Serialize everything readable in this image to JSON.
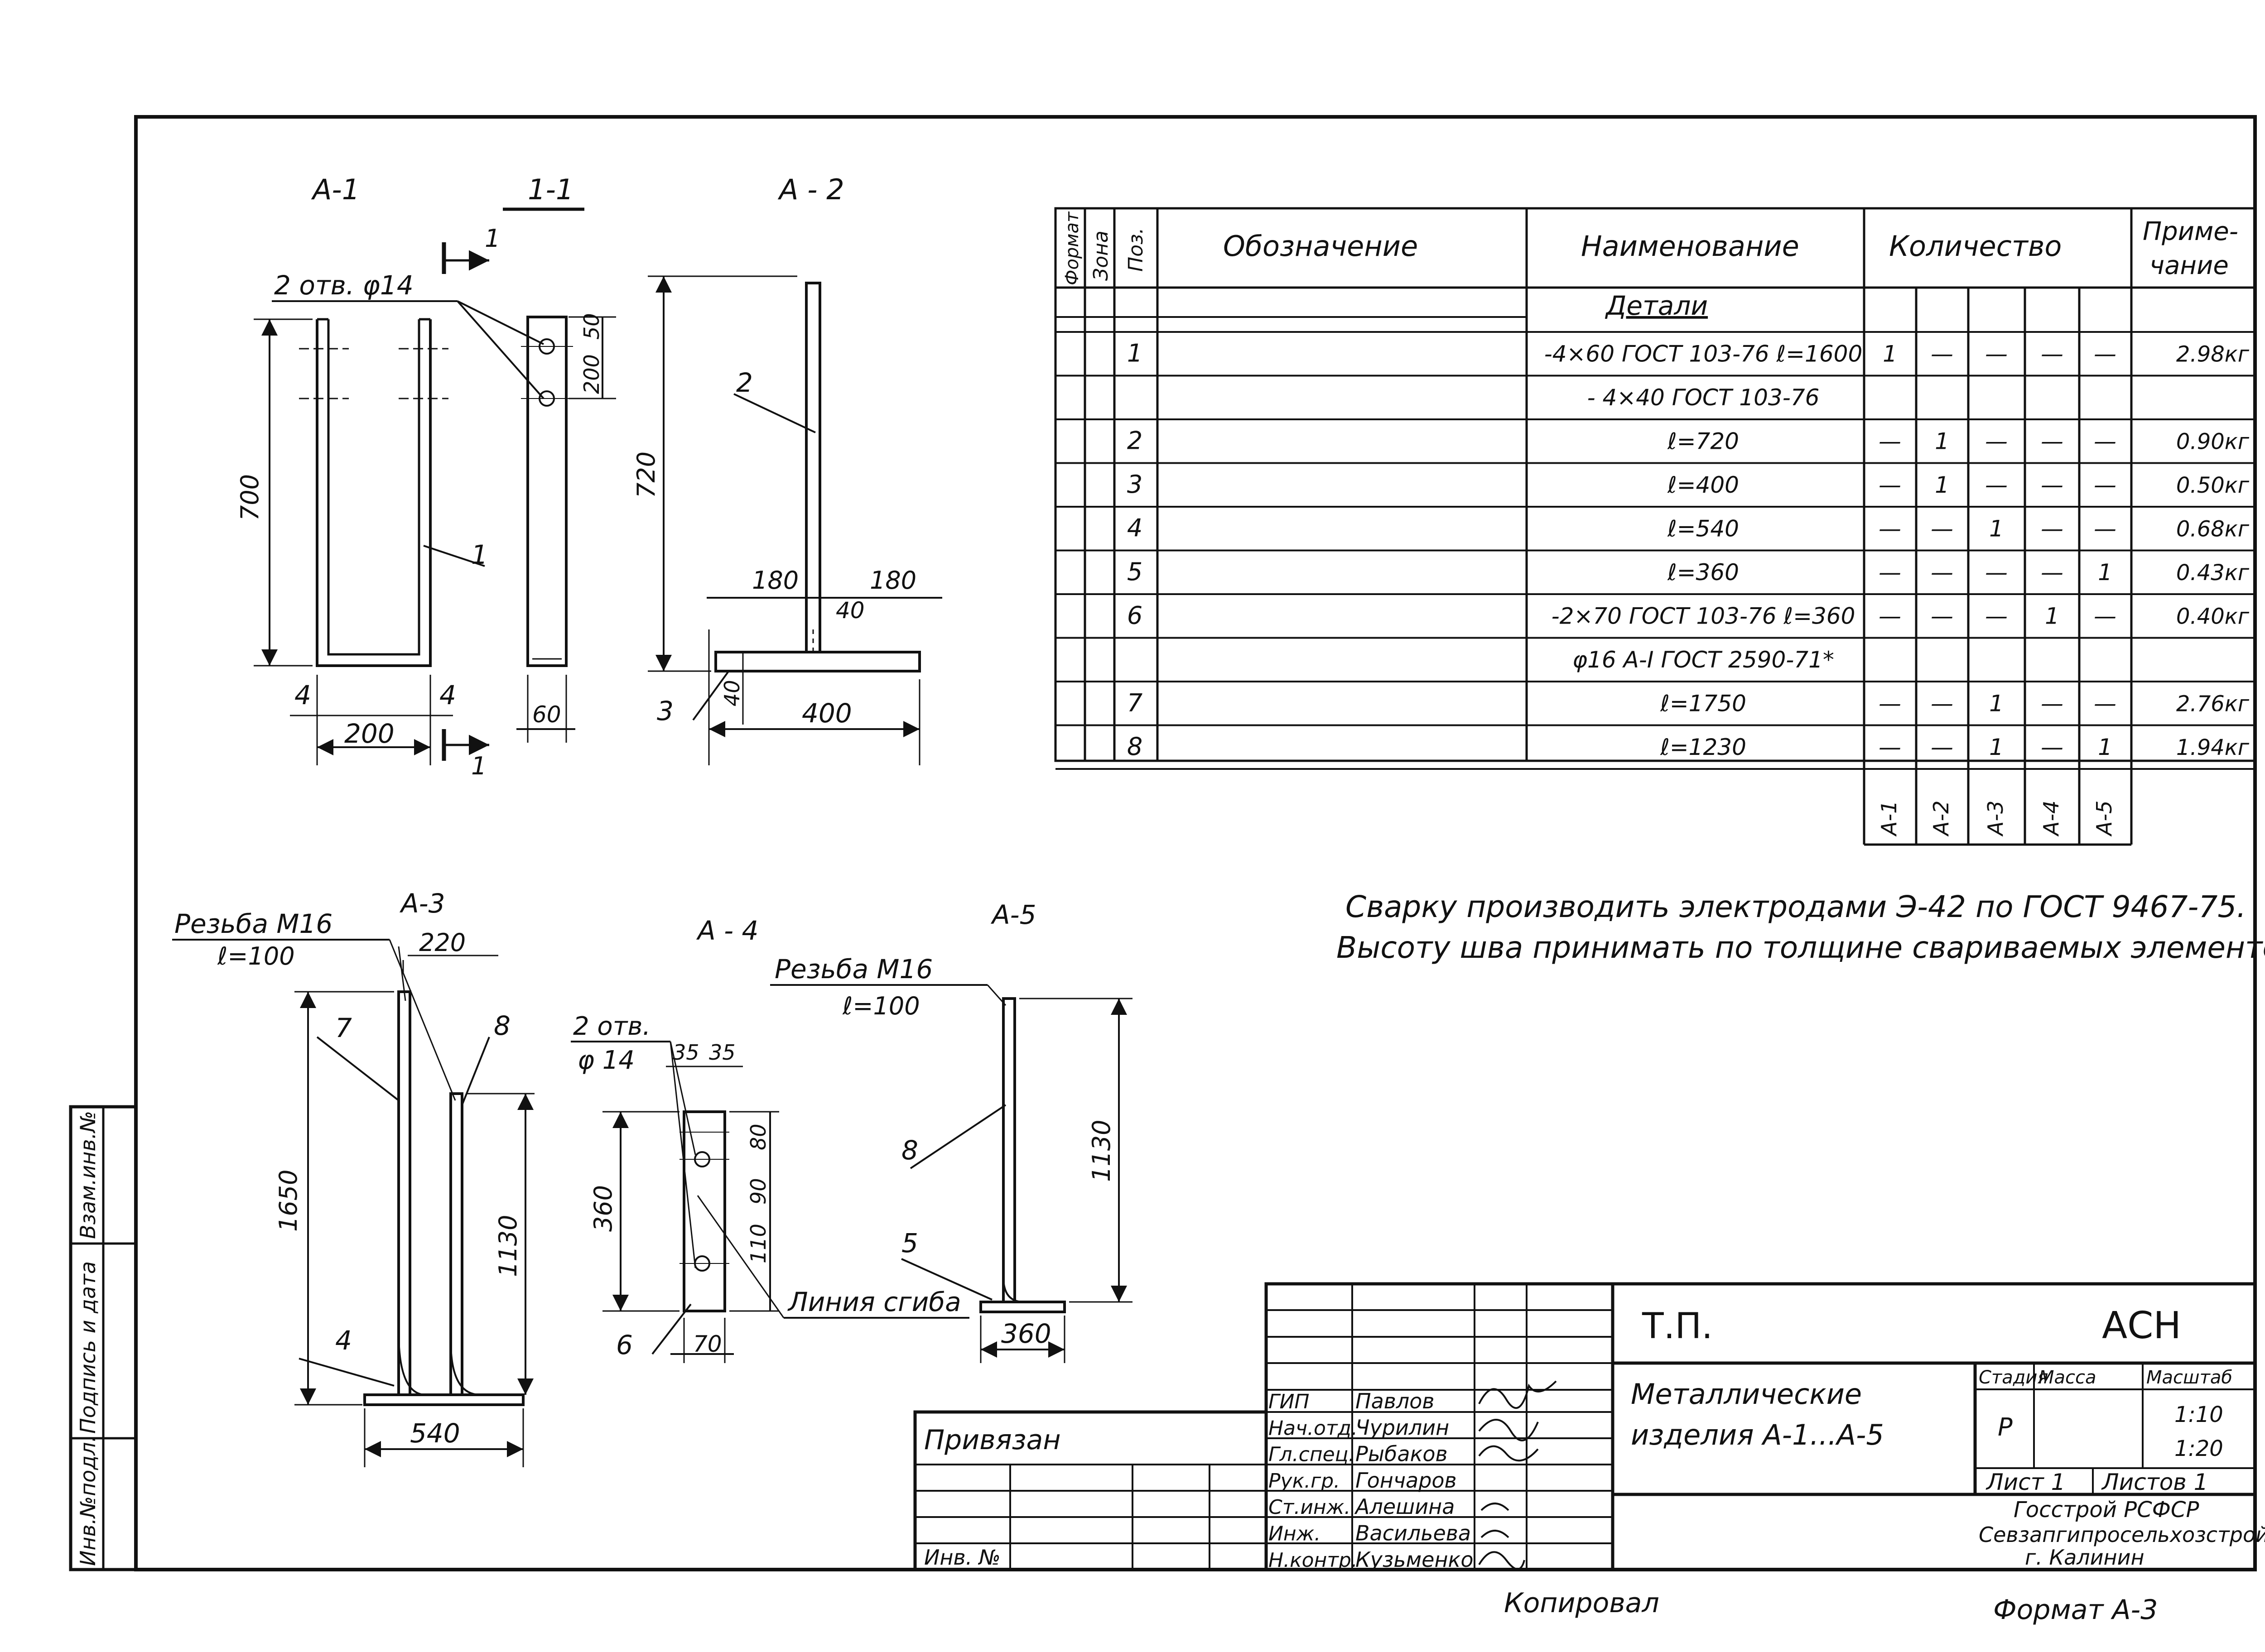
{
  "drawings": {
    "a1": {
      "title": "А-1",
      "holes_callout": "2 отв. φ14",
      "height_dim": "700",
      "width_dim": "200",
      "edge_left": "4",
      "edge_right": "4",
      "pos_label": "1"
    },
    "s11": {
      "title": "1-1",
      "cut_mark": "1",
      "dim_top": "50",
      "dim_mid": "200",
      "dim_width": "60"
    },
    "a2": {
      "title": "А - 2",
      "height_dim": "720",
      "pos_label_top": "2",
      "pos_label_bottom": "3",
      "dim_left": "180",
      "dim_right": "180",
      "dim_weld": "40",
      "dim_plate": "40",
      "dim_width": "400"
    },
    "a3": {
      "title": "А-3",
      "thread": "Резьба М16",
      "thread_len": "ℓ=100",
      "dim_gap": "220",
      "pos_a": "7",
      "pos_b": "8",
      "pos_c": "4",
      "height_dim": "1650",
      "height_dim_b": "1130",
      "width_dim": "540"
    },
    "a4": {
      "title": "А - 4",
      "holes_callout_1": "2 отв.",
      "holes_callout_2": "φ 14",
      "dim_35a": "35",
      "dim_35b": "35",
      "dim_80": "80",
      "dim_90": "90",
      "dim_110": "110",
      "height_dim": "360",
      "width_dim": "70",
      "pos_label": "6",
      "bend_line": "Линия сгиба"
    },
    "a5": {
      "title": "А-5",
      "thread": "Резьба М16",
      "thread_len": "ℓ=100",
      "pos_a": "8",
      "pos_b": "5",
      "height_dim": "1130",
      "width_dim": "360"
    }
  },
  "spec_table": {
    "headers": {
      "format": "Формат",
      "zone": "Зона",
      "pos": "Поз.",
      "designation": "Обозначение",
      "name": "Наименование",
      "quantity": "Количество",
      "note_1": "Приме-",
      "note_2": "чание"
    },
    "section": "Детали",
    "rows": [
      {
        "pos": "1",
        "name": "-4×60 ГОСТ 103-76 ℓ=1600",
        "q": [
          "1",
          "—",
          "—",
          "—",
          "—"
        ],
        "note": "2.98кг"
      },
      {
        "pos": "",
        "name": "- 4×40  ГОСТ 103-76",
        "q": [
          "",
          "",
          "",
          "",
          ""
        ],
        "note": ""
      },
      {
        "pos": "2",
        "name": "ℓ=720",
        "q": [
          "—",
          "1",
          "—",
          "—",
          "—"
        ],
        "note": "0.90кг"
      },
      {
        "pos": "3",
        "name": "ℓ=400",
        "q": [
          "—",
          "1",
          "—",
          "—",
          "—"
        ],
        "note": "0.50кг"
      },
      {
        "pos": "4",
        "name": "ℓ=540",
        "q": [
          "—",
          "—",
          "1",
          "—",
          "—"
        ],
        "note": "0.68кг"
      },
      {
        "pos": "5",
        "name": "ℓ=360",
        "q": [
          "—",
          "—",
          "—",
          "—",
          "1"
        ],
        "note": "0.43кг"
      },
      {
        "pos": "6",
        "name": "-2×70 ГОСТ 103-76 ℓ=360",
        "q": [
          "—",
          "—",
          "—",
          "1",
          "—"
        ],
        "note": "0.40кг"
      },
      {
        "pos": "",
        "name": "φ16 А-I ГОСТ 2590-71*",
        "q": [
          "",
          "",
          "",
          "",
          ""
        ],
        "note": ""
      },
      {
        "pos": "7",
        "name": "ℓ=1750",
        "q": [
          "—",
          "—",
          "1",
          "—",
          "—"
        ],
        "note": "2.76кг"
      },
      {
        "pos": "8",
        "name": "ℓ=1230",
        "q": [
          "—",
          "—",
          "1",
          "—",
          "1"
        ],
        "note": "1.94кг"
      }
    ],
    "columns": [
      "А-1",
      "А-2",
      "А-3",
      "А-4",
      "А-5"
    ]
  },
  "notes": {
    "line1": "Сварку производить электродами Э-42 по ГОСТ 9467-75.",
    "line2": "Высоту шва принимать по толщине свариваемых элементов."
  },
  "side_stamp": {
    "inv_podl": "Инв.№подл.",
    "podpis": "Подпись и дата",
    "vzam": "Взам.инв.№"
  },
  "title_block": {
    "privyazan": "Привязан",
    "inv_no": "Инв. №",
    "project": "Т.П.",
    "code": "АСН",
    "title_1": "Металлические",
    "title_2": "изделия А-1...А-5",
    "stage_h": "Стадия",
    "mass_h": "Масса",
    "scale_h": "Масштаб",
    "stage": "Р",
    "scale_1": "1:10",
    "scale_2": "1:20",
    "sheet": "Лист 1",
    "sheets": "Листов 1",
    "org_1": "Госстрой РСФСР",
    "org_2": "Севзапгипросельхозстрой",
    "org_3": "г. Калинин",
    "people": [
      {
        "role": "ГИП",
        "name": "Павлов"
      },
      {
        "role": "Нач.отд.",
        "name": "Чурилин"
      },
      {
        "role": "Гл.спец.",
        "name": "Рыбаков"
      },
      {
        "role": "Рук.гр.",
        "name": "Гончаров"
      },
      {
        "role": "Ст.инж.",
        "name": "Алешина"
      },
      {
        "role": "Инж.",
        "name": "Васильева"
      },
      {
        "role": "Н.контр.",
        "name": "Кузьменко"
      }
    ],
    "copied": "Копировал",
    "format": "Формат А-3"
  },
  "colors": {
    "ink": "#111111",
    "paper": "#ffffff"
  }
}
